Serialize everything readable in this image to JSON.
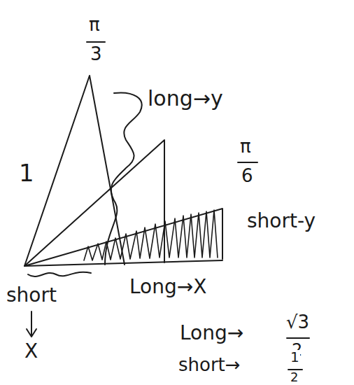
{
  "diagram": {
    "labels": [
      "π",
      "3",
      "long→y",
      "1",
      "π",
      "6",
      "short-y",
      "short",
      "X",
      "Long→X",
      "Long→",
      "√3",
      "2",
      "short→",
      "1",
      "2"
    ]
  }
}
